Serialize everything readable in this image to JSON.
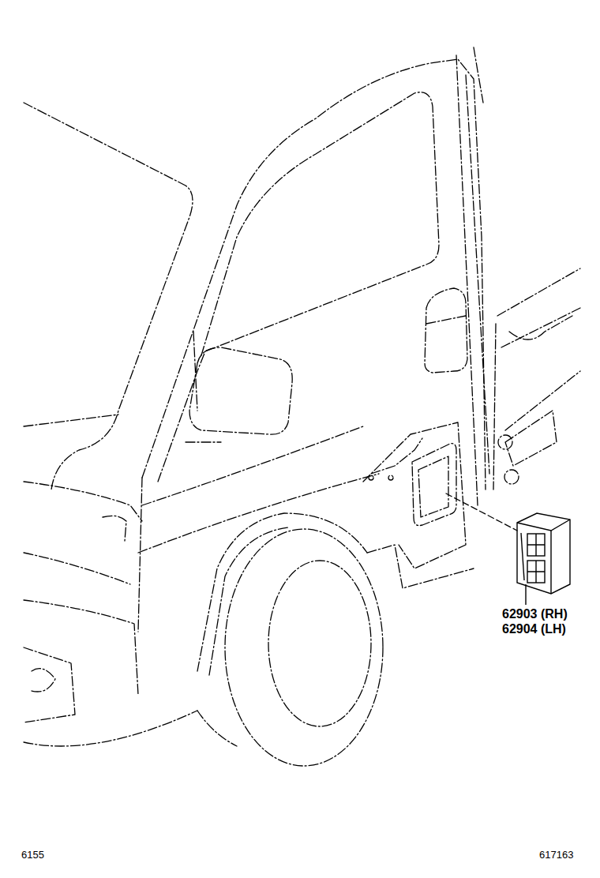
{
  "diagram": {
    "labels": [
      "62903 (RH)",
      "62904 (LH)",
      "6155",
      "617163"
    ]
  }
}
